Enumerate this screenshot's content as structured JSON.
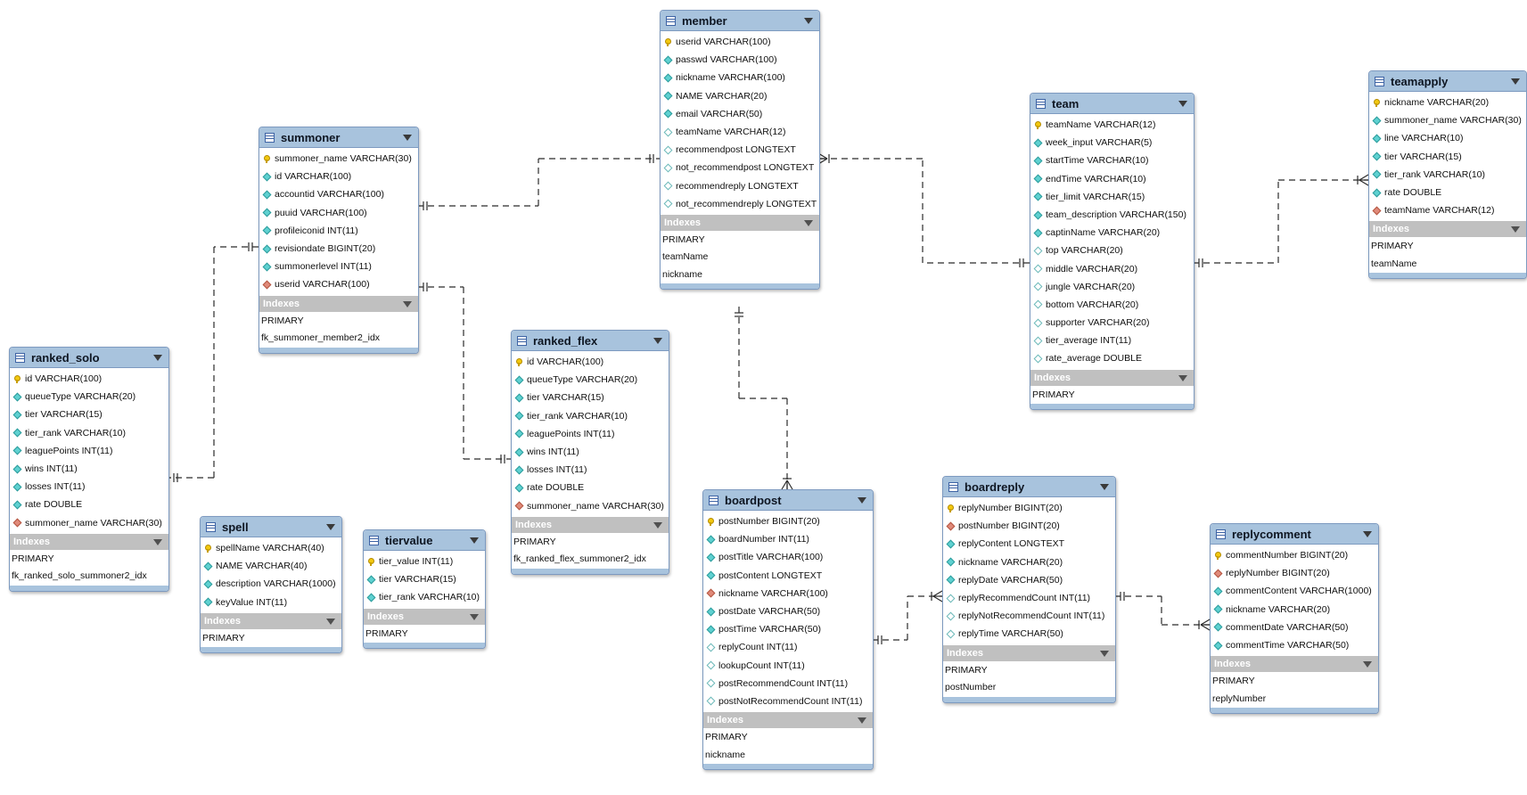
{
  "indexes_label": "Indexes",
  "tables": {
    "member": {
      "name": "member",
      "columns": [
        {
          "text": "userid VARCHAR(100)",
          "icon": "pk"
        },
        {
          "text": "passwd VARCHAR(100)",
          "icon": "col-i"
        },
        {
          "text": "nickname VARCHAR(100)",
          "icon": "col-i"
        },
        {
          "text": "NAME VARCHAR(20)",
          "icon": "col-i"
        },
        {
          "text": "email VARCHAR(50)",
          "icon": "col-i"
        },
        {
          "text": "teamName VARCHAR(12)",
          "icon": "nn"
        },
        {
          "text": "recommendpost LONGTEXT",
          "icon": "nn"
        },
        {
          "text": "not_recommendpost LONGTEXT",
          "icon": "nn"
        },
        {
          "text": "recommendreply LONGTEXT",
          "icon": "nn"
        },
        {
          "text": "not_recommendreply LONGTEXT",
          "icon": "nn"
        }
      ],
      "indexes": [
        "PRIMARY",
        "teamName",
        "nickname"
      ]
    },
    "summoner": {
      "name": "summoner",
      "columns": [
        {
          "text": "summoner_name VARCHAR(30)",
          "icon": "pk"
        },
        {
          "text": "id VARCHAR(100)",
          "icon": "col-i"
        },
        {
          "text": "accountid VARCHAR(100)",
          "icon": "col-i"
        },
        {
          "text": "puuid VARCHAR(100)",
          "icon": "col-i"
        },
        {
          "text": "profileiconid INT(11)",
          "icon": "col-i"
        },
        {
          "text": "revisiondate BIGINT(20)",
          "icon": "col-i"
        },
        {
          "text": "summonerlevel INT(11)",
          "icon": "col-i"
        },
        {
          "text": "userid VARCHAR(100)",
          "icon": "fk"
        }
      ],
      "indexes": [
        "PRIMARY",
        "fk_summoner_member2_idx"
      ]
    },
    "team": {
      "name": "team",
      "columns": [
        {
          "text": "teamName VARCHAR(12)",
          "icon": "pk"
        },
        {
          "text": "week_input VARCHAR(5)",
          "icon": "col-i"
        },
        {
          "text": "startTime VARCHAR(10)",
          "icon": "col-i"
        },
        {
          "text": "endTime VARCHAR(10)",
          "icon": "col-i"
        },
        {
          "text": "tier_limit VARCHAR(15)",
          "icon": "col-i"
        },
        {
          "text": "team_description VARCHAR(150)",
          "icon": "col-i"
        },
        {
          "text": "captinName VARCHAR(20)",
          "icon": "col-i"
        },
        {
          "text": "top VARCHAR(20)",
          "icon": "nn"
        },
        {
          "text": "middle VARCHAR(20)",
          "icon": "nn"
        },
        {
          "text": "jungle VARCHAR(20)",
          "icon": "nn"
        },
        {
          "text": "bottom VARCHAR(20)",
          "icon": "nn"
        },
        {
          "text": "supporter VARCHAR(20)",
          "icon": "nn"
        },
        {
          "text": "tier_average INT(11)",
          "icon": "nn"
        },
        {
          "text": "rate_average DOUBLE",
          "icon": "nn"
        }
      ],
      "indexes": [
        "PRIMARY"
      ]
    },
    "teamapply": {
      "name": "teamapply",
      "columns": [
        {
          "text": "nickname VARCHAR(20)",
          "icon": "pk"
        },
        {
          "text": "summoner_name VARCHAR(30)",
          "icon": "col-i"
        },
        {
          "text": "line VARCHAR(10)",
          "icon": "col-i"
        },
        {
          "text": "tier VARCHAR(15)",
          "icon": "col-i"
        },
        {
          "text": "tier_rank VARCHAR(10)",
          "icon": "col-i"
        },
        {
          "text": "rate DOUBLE",
          "icon": "col-i"
        },
        {
          "text": "teamName VARCHAR(12)",
          "icon": "fk"
        }
      ],
      "indexes": [
        "PRIMARY",
        "teamName"
      ]
    },
    "ranked_solo": {
      "name": "ranked_solo",
      "columns": [
        {
          "text": "id VARCHAR(100)",
          "icon": "pk"
        },
        {
          "text": "queueType VARCHAR(20)",
          "icon": "col-i"
        },
        {
          "text": "tier VARCHAR(15)",
          "icon": "col-i"
        },
        {
          "text": "tier_rank VARCHAR(10)",
          "icon": "col-i"
        },
        {
          "text": "leaguePoints INT(11)",
          "icon": "col-i"
        },
        {
          "text": "wins INT(11)",
          "icon": "col-i"
        },
        {
          "text": "losses INT(11)",
          "icon": "col-i"
        },
        {
          "text": "rate DOUBLE",
          "icon": "col-i"
        },
        {
          "text": "summoner_name VARCHAR(30)",
          "icon": "fk"
        }
      ],
      "indexes": [
        "PRIMARY",
        "fk_ranked_solo_summoner2_idx"
      ]
    },
    "ranked_flex": {
      "name": "ranked_flex",
      "columns": [
        {
          "text": "id VARCHAR(100)",
          "icon": "pk"
        },
        {
          "text": "queueType VARCHAR(20)",
          "icon": "col-i"
        },
        {
          "text": "tier VARCHAR(15)",
          "icon": "col-i"
        },
        {
          "text": "tier_rank VARCHAR(10)",
          "icon": "col-i"
        },
        {
          "text": "leaguePoints INT(11)",
          "icon": "col-i"
        },
        {
          "text": "wins INT(11)",
          "icon": "col-i"
        },
        {
          "text": "losses INT(11)",
          "icon": "col-i"
        },
        {
          "text": "rate DOUBLE",
          "icon": "col-i"
        },
        {
          "text": "summoner_name VARCHAR(30)",
          "icon": "fk"
        }
      ],
      "indexes": [
        "PRIMARY",
        "fk_ranked_flex_summoner2_idx"
      ]
    },
    "spell": {
      "name": "spell",
      "columns": [
        {
          "text": "spellName VARCHAR(40)",
          "icon": "pk"
        },
        {
          "text": "NAME VARCHAR(40)",
          "icon": "col-i"
        },
        {
          "text": "description VARCHAR(1000)",
          "icon": "col-i"
        },
        {
          "text": "keyValue INT(11)",
          "icon": "col-i"
        }
      ],
      "indexes": [
        "PRIMARY"
      ]
    },
    "tiervalue": {
      "name": "tiervalue",
      "columns": [
        {
          "text": "tier_value INT(11)",
          "icon": "pk"
        },
        {
          "text": "tier VARCHAR(15)",
          "icon": "col-i"
        },
        {
          "text": "tier_rank VARCHAR(10)",
          "icon": "col-i"
        }
      ],
      "indexes": [
        "PRIMARY"
      ]
    },
    "boardpost": {
      "name": "boardpost",
      "columns": [
        {
          "text": "postNumber BIGINT(20)",
          "icon": "pk"
        },
        {
          "text": "boardNumber INT(11)",
          "icon": "col-i"
        },
        {
          "text": "postTitle VARCHAR(100)",
          "icon": "col-i"
        },
        {
          "text": "postContent LONGTEXT",
          "icon": "col-i"
        },
        {
          "text": "nickname VARCHAR(100)",
          "icon": "fk"
        },
        {
          "text": "postDate VARCHAR(50)",
          "icon": "col-i"
        },
        {
          "text": "postTime VARCHAR(50)",
          "icon": "col-i"
        },
        {
          "text": "replyCount INT(11)",
          "icon": "nn"
        },
        {
          "text": "lookupCount INT(11)",
          "icon": "nn"
        },
        {
          "text": "postRecommendCount INT(11)",
          "icon": "nn"
        },
        {
          "text": "postNotRecommendCount INT(11)",
          "icon": "nn"
        }
      ],
      "indexes": [
        "PRIMARY",
        "nickname"
      ]
    },
    "boardreply": {
      "name": "boardreply",
      "columns": [
        {
          "text": "replyNumber BIGINT(20)",
          "icon": "pk"
        },
        {
          "text": "postNumber BIGINT(20)",
          "icon": "fk"
        },
        {
          "text": "replyContent LONGTEXT",
          "icon": "col-i"
        },
        {
          "text": "nickname VARCHAR(20)",
          "icon": "col-i"
        },
        {
          "text": "replyDate VARCHAR(50)",
          "icon": "col-i"
        },
        {
          "text": "replyRecommendCount INT(11)",
          "icon": "nn"
        },
        {
          "text": "replyNotRecommendCount INT(11)",
          "icon": "nn"
        },
        {
          "text": "replyTime VARCHAR(50)",
          "icon": "nn"
        }
      ],
      "indexes": [
        "PRIMARY",
        "postNumber"
      ]
    },
    "replycomment": {
      "name": "replycomment",
      "columns": [
        {
          "text": "commentNumber BIGINT(20)",
          "icon": "pk"
        },
        {
          "text": "replyNumber BIGINT(20)",
          "icon": "fk"
        },
        {
          "text": "commentContent VARCHAR(1000)",
          "icon": "col-i"
        },
        {
          "text": "nickname VARCHAR(20)",
          "icon": "col-i"
        },
        {
          "text": "commentDate VARCHAR(50)",
          "icon": "col-i"
        },
        {
          "text": "commentTime VARCHAR(50)",
          "icon": "col-i"
        }
      ],
      "indexes": [
        "PRIMARY",
        "replyNumber"
      ]
    }
  },
  "relationships": [
    {
      "from": "summoner",
      "to": "member",
      "from_end": "one-mandatory",
      "to_end": "one-mandatory"
    },
    {
      "from": "team",
      "to": "member",
      "from_end": "one-mandatory",
      "to_end": "many-optional"
    },
    {
      "from": "team",
      "to": "teamapply",
      "from_end": "one-mandatory",
      "to_end": "many-optional"
    },
    {
      "from": "summoner",
      "to": "ranked_solo",
      "from_end": "one-mandatory",
      "to_end": "one-mandatory"
    },
    {
      "from": "summoner",
      "to": "ranked_flex",
      "from_end": "one-mandatory",
      "to_end": "one-mandatory"
    },
    {
      "from": "member",
      "to": "boardpost",
      "from_end": "one-mandatory",
      "to_end": "many-mandatory"
    },
    {
      "from": "boardpost",
      "to": "boardreply",
      "from_end": "one-mandatory",
      "to_end": "many-optional"
    },
    {
      "from": "boardreply",
      "to": "replycomment",
      "from_end": "one-mandatory",
      "to_end": "many-optional"
    }
  ]
}
